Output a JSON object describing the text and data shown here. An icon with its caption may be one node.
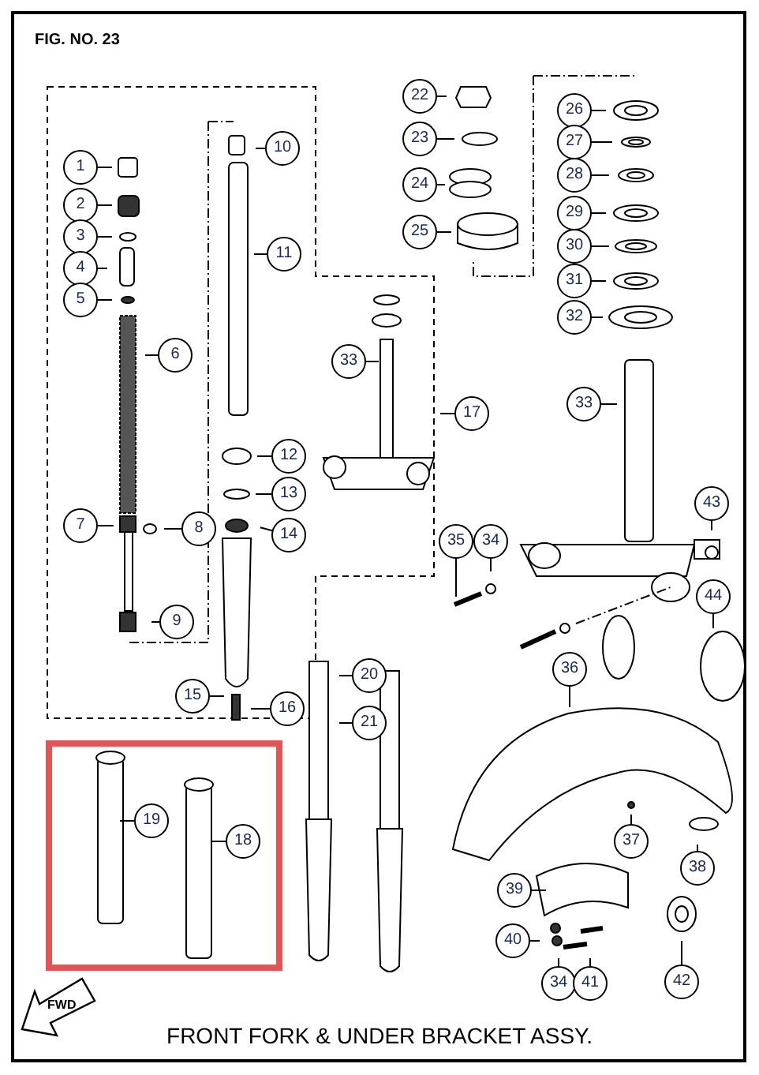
{
  "diagram": {
    "caption": "FRONT FORK & UNDER BRACKET ASSY.",
    "nodes": [
      {
        "text": [
          "1"
        ]
      },
      {
        "text": [
          "2"
        ]
      },
      {
        "text": [
          "3"
        ]
      },
      {
        "text": [
          "4"
        ]
      },
      {
        "text": [
          "5"
        ]
      },
      {
        "text": [
          "6"
        ]
      },
      {
        "text": [
          "7"
        ]
      },
      {
        "text": [
          "8"
        ]
      },
      {
        "text": [
          "9"
        ]
      },
      {
        "text": [
          "10"
        ]
      },
      {
        "text": [
          "11"
        ]
      },
      {
        "text": [
          "12"
        ]
      },
      {
        "text": [
          "13"
        ]
      },
      {
        "text": [
          "14"
        ]
      },
      {
        "text": [
          "15"
        ]
      },
      {
        "text": [
          "16"
        ]
      },
      {
        "text": [
          "17"
        ]
      },
      {
        "text": [
          "18"
        ]
      },
      {
        "text": [
          "19"
        ]
      },
      {
        "text": [
          "20"
        ]
      },
      {
        "text": [
          "21"
        ]
      },
      {
        "text": [
          "22"
        ]
      },
      {
        "text": [
          "23"
        ]
      },
      {
        "text": [
          "24"
        ]
      },
      {
        "text": [
          "25"
        ]
      },
      {
        "text": [
          "26"
        ]
      },
      {
        "text": [
          "27"
        ]
      },
      {
        "text": [
          "28"
        ]
      },
      {
        "text": [
          "29"
        ]
      },
      {
        "text": [
          "30"
        ]
      },
      {
        "text": [
          "31"
        ]
      },
      {
        "text": [
          "32"
        ]
      },
      {
        "text": [
          "33"
        ]
      },
      {
        "text": [
          "33"
        ]
      },
      {
        "text": [
          "34"
        ]
      },
      {
        "text": [
          "35"
        ]
      },
      {
        "text": [
          "36"
        ]
      },
      {
        "text": [
          "37"
        ]
      },
      {
        "text": [
          "38"
        ]
      },
      {
        "text": [
          "39"
        ]
      },
      {
        "text": [
          "40"
        ]
      },
      {
        "text": [
          "34"
        ]
      },
      {
        "text": [
          "41"
        ]
      },
      {
        "text": [
          "42"
        ]
      },
      {
        "text": [
          "43"
        ]
      },
      {
        "text": [
          "44"
        ]
      }
    ],
    "edges": [
      {
        "from": 0,
        "to": null,
        "arrow": "none"
      },
      {
        "from": 1,
        "to": null,
        "arrow": "none"
      },
      {
        "from": 2,
        "to": null,
        "arrow": "none"
      },
      {
        "from": 3,
        "to": null,
        "arrow": "none"
      },
      {
        "from": 4,
        "to": null,
        "arrow": "none"
      },
      {
        "from": 5,
        "to": null,
        "arrow": "none"
      },
      {
        "from": 6,
        "to": null,
        "arrow": "none"
      },
      {
        "from": 7,
        "to": null,
        "arrow": "none"
      },
      {
        "from": 8,
        "to": null,
        "arrow": "none"
      },
      {
        "from": 9,
        "to": null,
        "arrow": "none"
      },
      {
        "from": 10,
        "to": null,
        "arrow": "none"
      },
      {
        "from": 11,
        "to": null,
        "arrow": "none"
      },
      {
        "from": 12,
        "to": null,
        "arrow": "none"
      },
      {
        "from": 13,
        "to": null,
        "arrow": "none"
      },
      {
        "from": 14,
        "to": null,
        "arrow": "none"
      },
      {
        "from": 15,
        "to": null,
        "arrow": "none"
      },
      {
        "from": 16,
        "to": null,
        "arrow": "none"
      },
      {
        "from": 17,
        "to": null,
        "arrow": "none"
      },
      {
        "from": 18,
        "to": null,
        "arrow": "none"
      },
      {
        "from": 19,
        "to": null,
        "arrow": "none"
      },
      {
        "from": 20,
        "to": null,
        "arrow": "none"
      },
      {
        "from": 21,
        "to": null,
        "arrow": "none"
      },
      {
        "from": 22,
        "to": null,
        "arrow": "none"
      },
      {
        "from": 23,
        "to": null,
        "arrow": "none"
      },
      {
        "from": 24,
        "to": null,
        "arrow": "none"
      },
      {
        "from": 25,
        "to": null,
        "arrow": "none"
      },
      {
        "from": 26,
        "to": null,
        "arrow": "none"
      },
      {
        "from": 27,
        "to": null,
        "arrow": "none"
      },
      {
        "from": 28,
        "to": null,
        "arrow": "none"
      },
      {
        "from": 29,
        "to": null,
        "arrow": "none"
      },
      {
        "from": 30,
        "to": null,
        "arrow": "none"
      },
      {
        "from": 31,
        "to": null,
        "arrow": "none"
      },
      {
        "from": 32,
        "to": null,
        "arrow": "none"
      },
      {
        "from": 33,
        "to": null,
        "arrow": "none"
      },
      {
        "from": 34,
        "to": null,
        "arrow": "none"
      },
      {
        "from": 35,
        "to": null,
        "arrow": "none"
      },
      {
        "from": 36,
        "to": null,
        "arrow": "none"
      },
      {
        "from": 37,
        "to": null,
        "arrow": "none"
      },
      {
        "from": 38,
        "to": null,
        "arrow": "none"
      },
      {
        "from": 39,
        "to": null,
        "arrow": "none"
      },
      {
        "from": 40,
        "to": null,
        "arrow": "none"
      },
      {
        "from": 41,
        "to": null,
        "arrow": "none"
      },
      {
        "from": 42,
        "to": null,
        "arrow": "none"
      },
      {
        "from": 43,
        "to": null,
        "arrow": "none"
      },
      {
        "from": 44,
        "to": null,
        "arrow": "none"
      },
      {
        "from": 45,
        "to": null,
        "arrow": "none"
      }
    ],
    "labels": [
      "FIG. NO. 23",
      "FWD"
    ]
  }
}
